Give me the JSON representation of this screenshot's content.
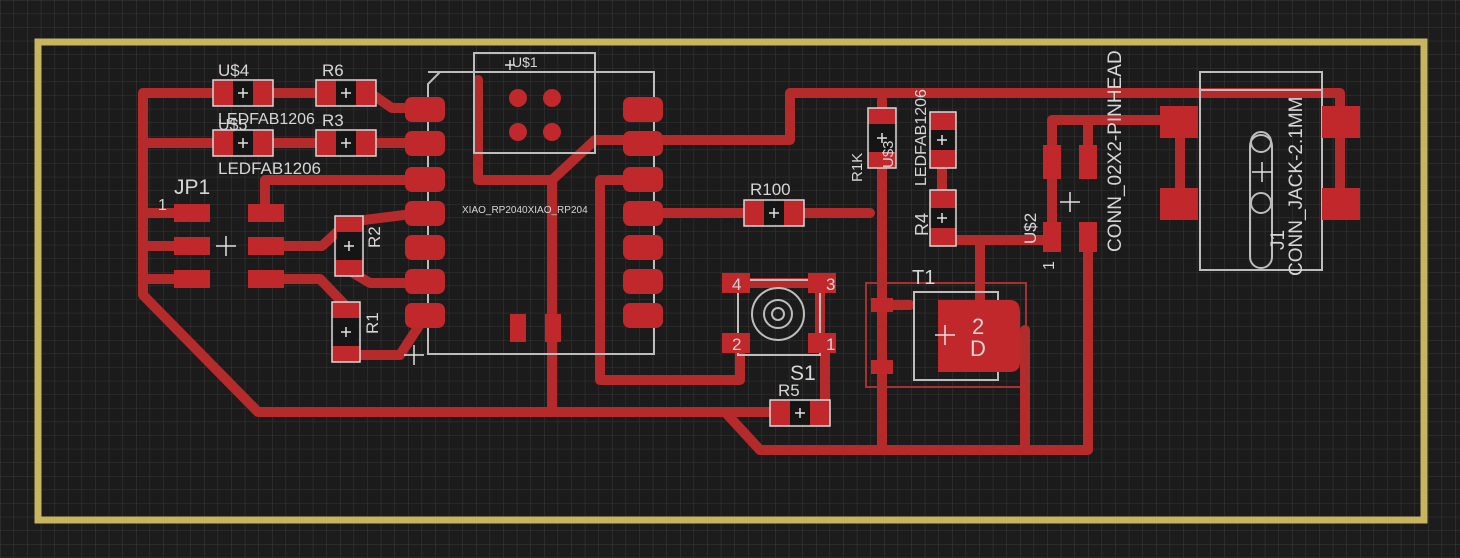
{
  "app": {
    "view": "EAGLE board editor - PCB layout"
  },
  "colors": {
    "background": "#1c1c1c",
    "grid": "#3a3a3a",
    "board_outline": "#c8b560",
    "copper_top": "#b52a2a",
    "pad": "#c0282b",
    "silkscreen": "#bdbdbd",
    "selection": "#e03a3a"
  },
  "labels": {
    "us4": "U$4",
    "led_a": "LEDFAB1206",
    "us5": "U$5",
    "led_b": "LEDFAB1206",
    "r6": "R6",
    "r3": "R3",
    "jp1": "JP1",
    "jp1_pin": "1",
    "r2": "R2",
    "r1": "R1",
    "us1": "U$1",
    "xiao": "XIAO_RP2040XIAO_RP204",
    "r100": "R100",
    "r1k": "R1K",
    "us3": "U$3",
    "led_c": "LEDFAB1206",
    "r4": "R4",
    "us2": "U$2",
    "us2_pin": "1",
    "conn_head": "CONN_02X2-PINHEAD",
    "j1": "J1",
    "conn_jack": "CONN_JACK-2.1MM",
    "t1": "T1",
    "t1_pin": "2",
    "t1_d": "D",
    "s1": "S1",
    "s1_p4": "4",
    "s1_p3": "3",
    "s1_p2": "2",
    "s1_p1": "1",
    "r5": "R5"
  }
}
